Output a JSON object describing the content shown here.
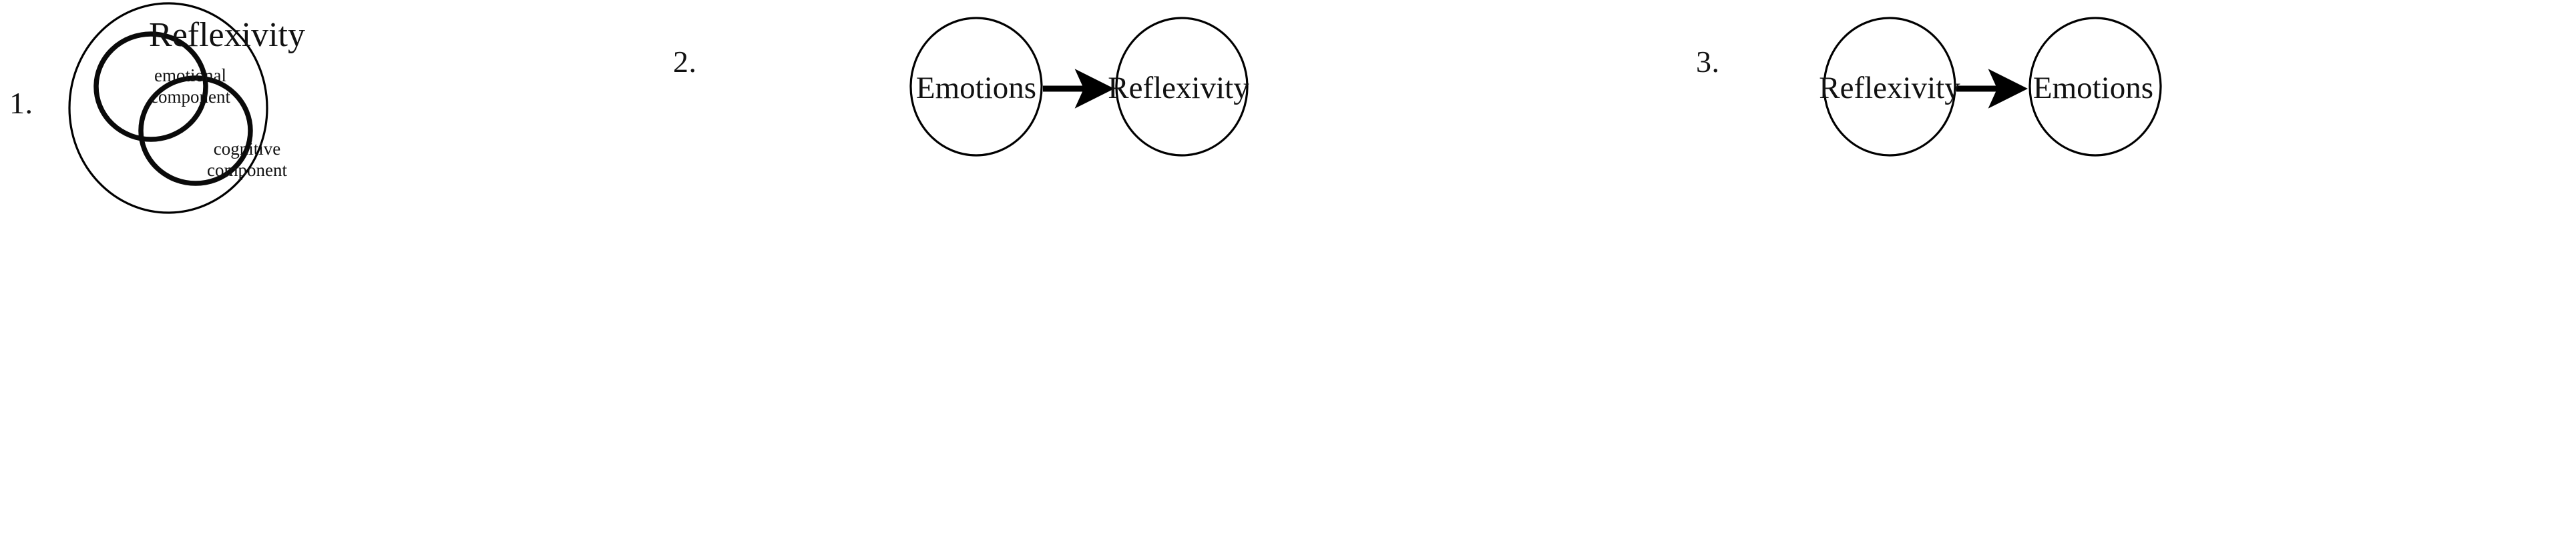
{
  "page": {
    "background_color": "#ffffff",
    "stroke_color": "#000000",
    "text_color": "#111111"
  },
  "diagrams": [
    {
      "number": "1.",
      "type": "venn-nested",
      "outer_label": "Reflexivity",
      "inner_labels": {
        "left_line1": "emotional",
        "left_line2": "component",
        "right_line1": "cognitive",
        "right_line2": "component"
      }
    },
    {
      "number": "2.",
      "type": "directed-pair",
      "source_label": "Emotions",
      "target_label": "Reflexivity",
      "arrow": "right-arrow"
    },
    {
      "number": "3.",
      "type": "directed-pair",
      "source_label": "Reflexivity",
      "target_label": "Emotions",
      "arrow": "right-arrow"
    }
  ],
  "chart_data": {
    "type": "diagram",
    "title": "",
    "panels": [
      {
        "id": "1",
        "caption": "1.",
        "kind": "nested-venn",
        "outer_circle": {
          "label": "Reflexivity",
          "stroke_width": 3,
          "filled": false
        },
        "inner_circles": [
          {
            "label": "emotional component",
            "position": "upper-left",
            "stroke_width": 7
          },
          {
            "label": "cognitive component",
            "position": "lower-right",
            "stroke_width": 7
          }
        ],
        "relationship": "two overlapping components contained within Reflexivity"
      },
      {
        "id": "2",
        "caption": "2.",
        "kind": "directed-graph",
        "nodes": [
          "Emotions",
          "Reflexivity"
        ],
        "edges": [
          {
            "from": "Emotions",
            "to": "Reflexivity",
            "style": "solid-thick-arrow"
          }
        ]
      },
      {
        "id": "3",
        "caption": "3.",
        "kind": "directed-graph",
        "nodes": [
          "Reflexivity",
          "Emotions"
        ],
        "edges": [
          {
            "from": "Reflexivity",
            "to": "Emotions",
            "style": "solid-thick-arrow"
          }
        ]
      }
    ]
  }
}
